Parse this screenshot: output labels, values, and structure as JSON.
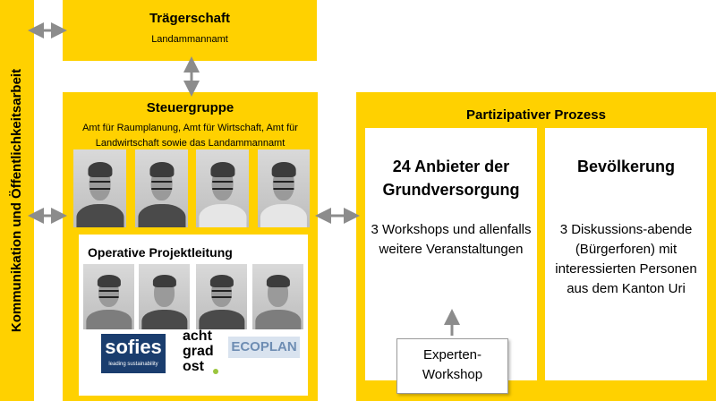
{
  "side_label": "Kommunikation und Öffentlichkeitsarbeit",
  "traegerschaft": {
    "title": "Trägerschaft",
    "subtitle": "Landammannamt"
  },
  "steuergruppe": {
    "title": "Steuergruppe",
    "subtitle": "Amt für Raumplanung, Amt für Wirtschaft, Amt für Landwirtschaft sowie das Landammannamt",
    "photos": [
      "person-1",
      "person-2",
      "person-3",
      "person-4"
    ]
  },
  "operative": {
    "title": "Operative Projektleitung",
    "photos": [
      "person-5",
      "person-6",
      "person-7",
      "person-8"
    ],
    "logos": {
      "sofies": "sofies",
      "sofies_tagline": "leading sustainability",
      "acht": "acht\ngrad\nost",
      "ecoplan": "ECOPLAN"
    }
  },
  "partizipativ": {
    "title": "Partizipativer Prozess",
    "anbieter": {
      "title": "24 Anbieter der Grundversorgung",
      "text": "3 Workshops und allenfalls weitere Veranstaltungen"
    },
    "bevoelkerung": {
      "title": "Bevölkerung",
      "text": "3 Diskussions-abende (Bürgerforen) mit interessierten Personen aus dem Kanton Uri"
    },
    "experten": "Experten-Workshop"
  },
  "colors": {
    "yellow": "#FFD100",
    "arrow": "#8c8c8c",
    "sofies_blue": "#1a3d6e"
  }
}
